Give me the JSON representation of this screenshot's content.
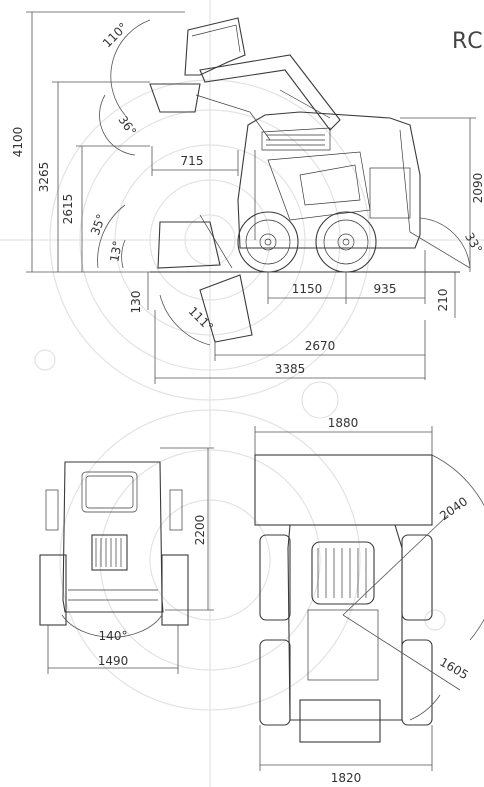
{
  "title": "RC",
  "side_view": {
    "angles": {
      "dump_top": "110°",
      "rollback_top": "36°",
      "rollback_ground": "35°",
      "ground_tilt": "13°",
      "dump_ground": "111°",
      "departure": "33°"
    },
    "dimensions": {
      "max_height": "4100",
      "hinge_height": "3265",
      "dump_height": "2615",
      "dump_reach": "715",
      "cab_height": "2090",
      "wheelbase": "1150",
      "rear_overhang": "935",
      "ground_clearance": "210",
      "bucket_below_ground": "130",
      "length_without_bucket": "2670",
      "length_with_bucket": "3385"
    }
  },
  "front_view": {
    "angle": "140°",
    "width": "1490",
    "height": "2200"
  },
  "top_view": {
    "bucket_width": "1880",
    "front_turn_radius": "2040",
    "rear_turn_radius": "1605",
    "machine_width": "1820"
  }
}
